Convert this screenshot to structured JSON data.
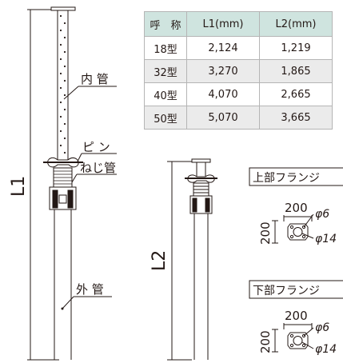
{
  "table": {
    "headers": [
      "呼　称",
      "L1(mm)",
      "L2(mm)"
    ],
    "rows": [
      [
        "18型",
        "2,124",
        "1,219"
      ],
      [
        "32型",
        "3,270",
        "1,865"
      ],
      [
        "40型",
        "4,070",
        "2,665"
      ],
      [
        "50型",
        "5,070",
        "3,665"
      ]
    ]
  },
  "labels": {
    "inner_tube": "内 管",
    "pin": "ピ ン",
    "screw_tube": "ねじ管",
    "outer_tube": "外 管",
    "l1": "L1",
    "l2": "L2"
  },
  "upper_flange": {
    "title": "上部フランジ",
    "width": "200",
    "height": "200",
    "hole_small": "φ6",
    "hole_large": "φ14"
  },
  "lower_flange": {
    "title": "下部フランジ",
    "width": "200",
    "height": "200",
    "hole_small": "φ6",
    "hole_large": "φ14"
  },
  "colors": {
    "line": "#231815",
    "table_header": "#cfe4df",
    "table_shade": "#ebebeb",
    "table_border": "#b5b5b5"
  }
}
